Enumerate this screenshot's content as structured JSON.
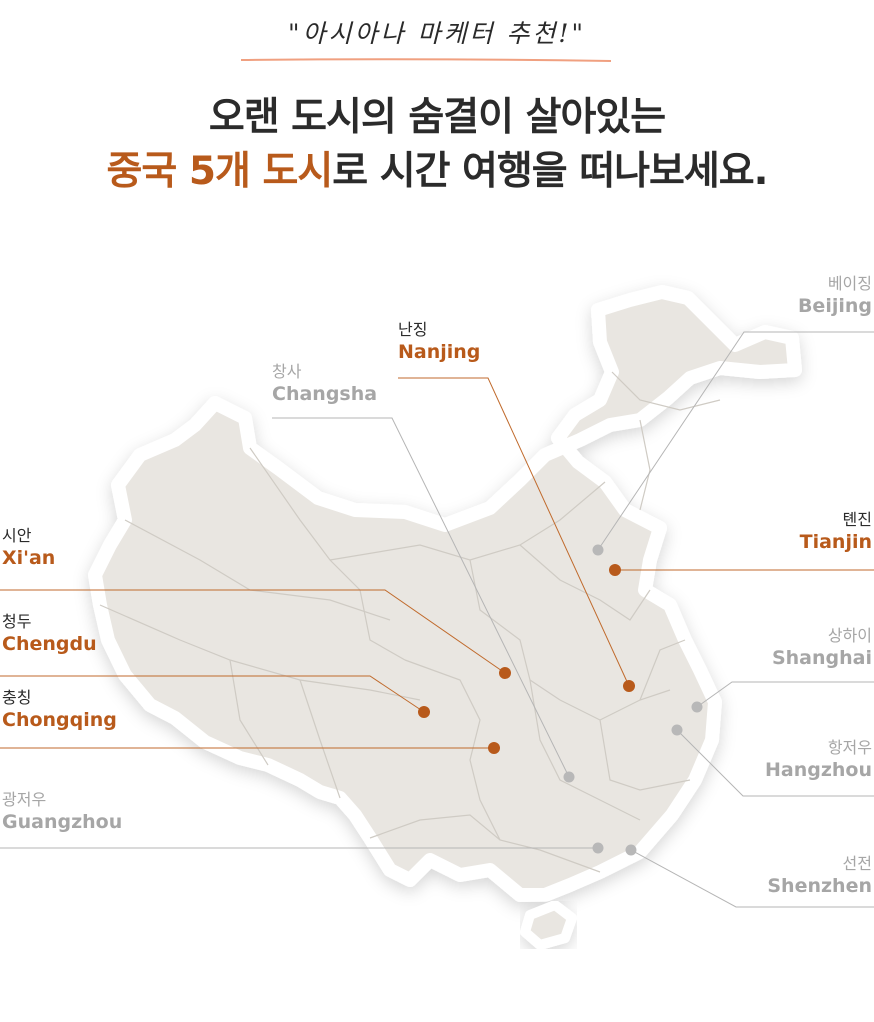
{
  "header": {
    "tagline": "\"아시아나 마케터 추천!\"",
    "headline_line1": "오랜 도시의 숨결이 살아있는",
    "headline_line2_accent": "중국 5개 도시",
    "headline_line2_rest": "로 시간 여행을 떠나보세요."
  },
  "colors": {
    "accent": "#b85a1b",
    "muted": "#a6a6a6",
    "map_fill": "#e9e6e1",
    "underline": "#f0a080"
  },
  "map": {
    "featured_cities": [
      {
        "ko": "난징",
        "en": "Nanjing"
      },
      {
        "ko": "시안",
        "en": "Xi'an"
      },
      {
        "ko": "청두",
        "en": "Chengdu"
      },
      {
        "ko": "충칭",
        "en": "Chongqing"
      },
      {
        "ko": "톈진",
        "en": "Tianjin"
      }
    ],
    "other_cities": [
      {
        "ko": "베이징",
        "en": "Beijing"
      },
      {
        "ko": "창사",
        "en": "Changsha"
      },
      {
        "ko": "상하이",
        "en": "Shanghai"
      },
      {
        "ko": "항저우",
        "en": "Hangzhou"
      },
      {
        "ko": "광저우",
        "en": "Guangzhou"
      },
      {
        "ko": "선전",
        "en": "Shenzhen"
      }
    ]
  }
}
